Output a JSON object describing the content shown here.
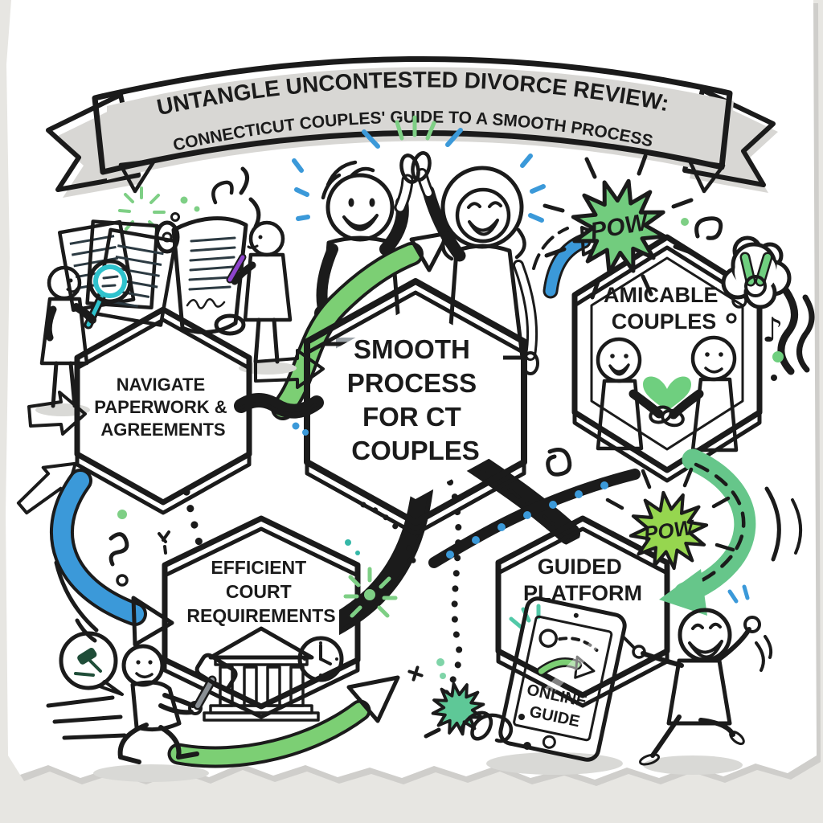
{
  "banner": {
    "line1": "UNTANGLE UNCONTESTED DIVORCE REVIEW:",
    "line2": "CONNECTICUT COUPLES' GUIDE TO A SMOOTH PROCESS"
  },
  "hexagons": {
    "navigate": {
      "lines": [
        "NAVIGATE",
        "PAPERWORK &",
        "AGREEMENTS"
      ],
      "border_color": "#8fce9b"
    },
    "smooth": {
      "lines": [
        "SMOOTH",
        "PROCESS",
        "FOR CT",
        "COUPLES"
      ],
      "border_color": "#9ccf4d"
    },
    "amicable": {
      "lines": [
        "AMICABLE",
        "COUPLES"
      ],
      "border_color_top": "#9159ce",
      "border_color_bottom": "#3b99d9"
    },
    "court": {
      "lines": [
        "EFFICIENT",
        "COURT",
        "REQUIREMENTS"
      ],
      "border_color": "#a8d959"
    },
    "guided": {
      "lines": [
        "GUIDED",
        "PLATFORM"
      ],
      "border_color": "#9a63d3"
    }
  },
  "tablet": {
    "screen_lines": [
      "ONLINE",
      "GUIDE"
    ]
  },
  "stickers": {
    "pow_top": "POW",
    "pow_bottom": "POW",
    "music_note": "♪"
  },
  "icons": {
    "magnifying_glass": "magnifying-glass-icon",
    "document_stack": "documents-icon",
    "scroll_signature": "scroll-signature-icon",
    "high_five": "high-five-icon",
    "handshake": "handshake-icon",
    "heart": "heart-icon",
    "peace_sign": "peace-sign-icon",
    "thought_bubble": "thought-bubble-icon",
    "pow_burst": "pow-burst-icon",
    "courthouse": "courthouse-icon",
    "clock": "clock-icon",
    "gavel": "gavel-icon",
    "speech_bubble_gavel": "speech-bubble-gavel-icon",
    "tablet_online_guide": "tablet-icon",
    "music_note": "music-note-icon"
  },
  "palette": {
    "ink": "#1b1b1b",
    "paper": "#ffffff",
    "background": "#e7e6e2",
    "green_lime": "#9ccf4d",
    "green_mint": "#8fce9b",
    "green_arrow": "#7ccf74",
    "green_emerald": "#66c68a",
    "blue": "#3b99d9",
    "teal": "#2fc2cd",
    "purple": "#9456cf",
    "purple_band": "#9a63d3",
    "pow_green": "#72cc7e",
    "pow_lime": "#96d64f",
    "clock_teal": "#8edcd2",
    "gray_shadow": "#d9d9d6"
  }
}
